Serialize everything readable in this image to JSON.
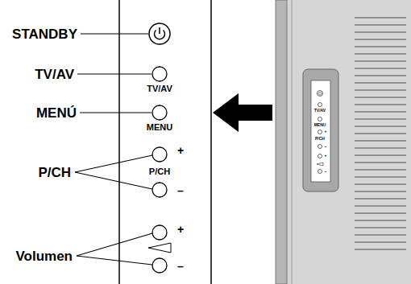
{
  "diagram": {
    "labels": [
      "STANDBY",
      "TV/AV",
      "MENÚ",
      "P/CH",
      "Volumen",
      "TV/AV",
      "MENU",
      "+",
      "P/CH",
      "–",
      "+",
      "–",
      "TV/AV",
      "MENU",
      "+",
      "P/CH",
      "–",
      "+",
      "–"
    ]
  }
}
